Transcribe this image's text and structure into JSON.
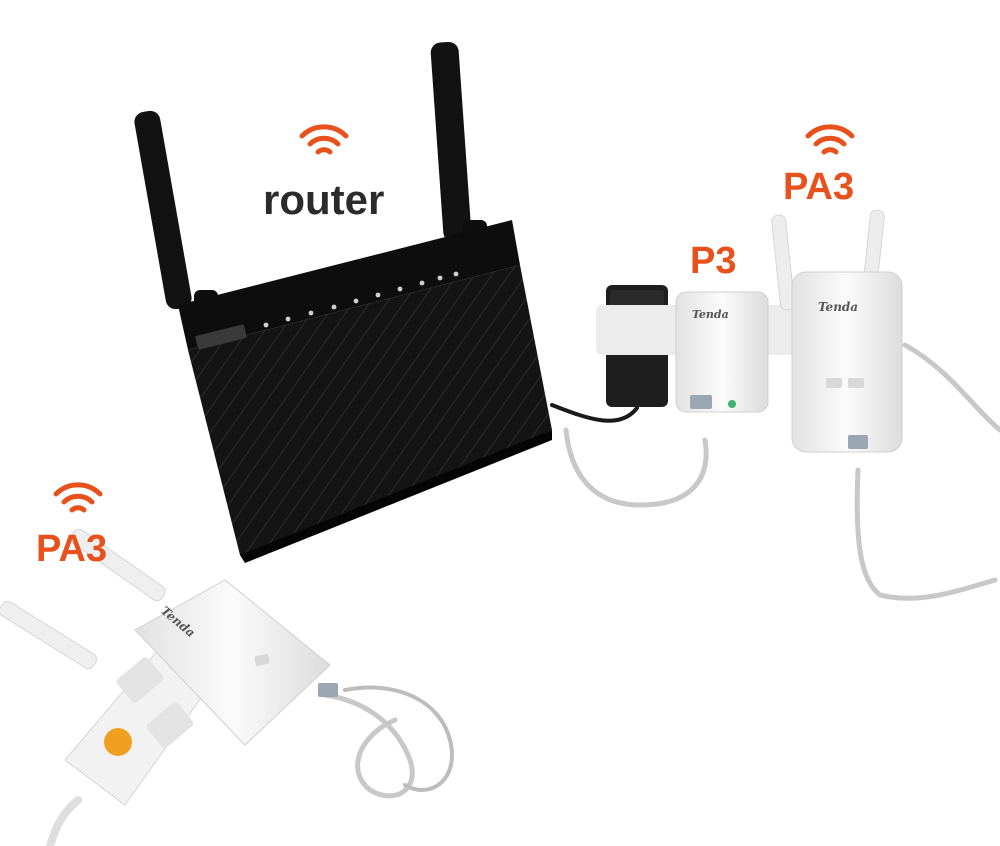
{
  "labels": {
    "router": "router",
    "p3": "P3",
    "pa3_right": "PA3",
    "pa3_left": "PA3"
  },
  "brand": {
    "name": "Tenda"
  },
  "colors": {
    "accent": "#e8501c",
    "router_label": "#2b2b2b",
    "router_body": "#141414",
    "device_white": "#f4f4f4",
    "cable": "#c8c8c8",
    "status_led": "#3cb371",
    "button_orange": "#f0a020"
  },
  "icons": {
    "signal": "wifi-signal-icon"
  }
}
